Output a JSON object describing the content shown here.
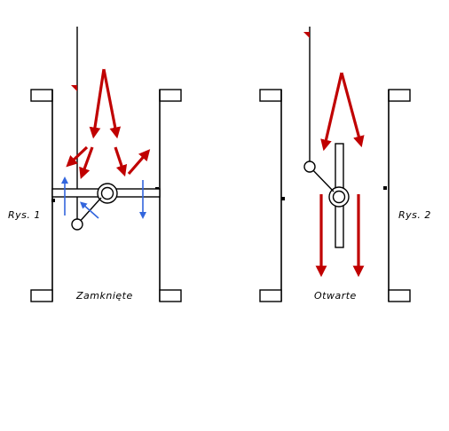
{
  "labels": {
    "fig1": "Rys. 1",
    "fig2": "Rys. 2",
    "closed": "Zamknięte",
    "open": "Otwarte"
  },
  "colors": {
    "line": "#000000",
    "flow": "#c00000",
    "leak": "#3366dd",
    "background": "#ffffff"
  }
}
